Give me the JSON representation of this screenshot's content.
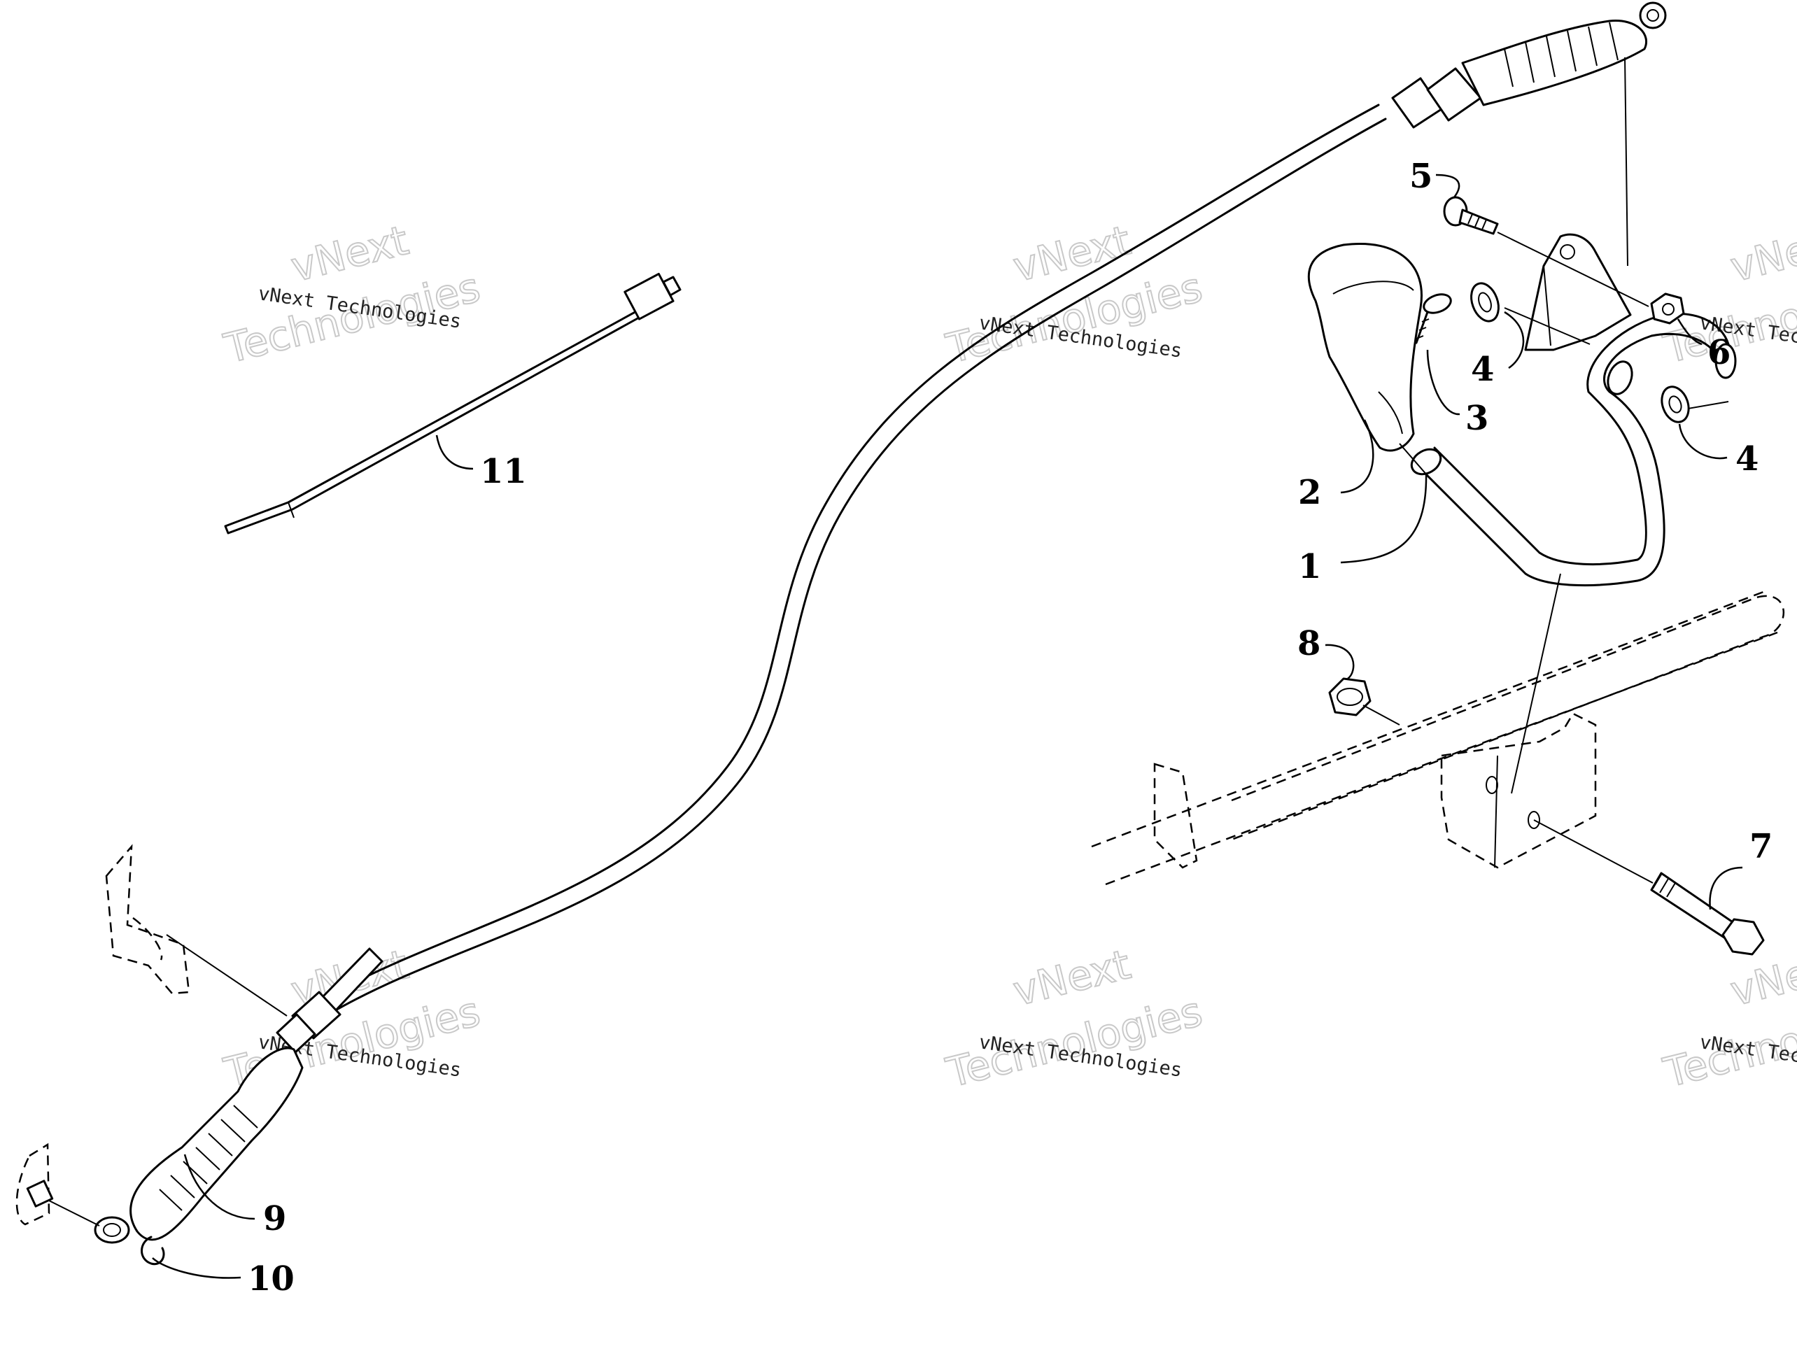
{
  "callouts": [
    {
      "id": "1",
      "label": "1"
    },
    {
      "id": "2",
      "label": "2"
    },
    {
      "id": "3",
      "label": "3"
    },
    {
      "id": "4a",
      "label": "4"
    },
    {
      "id": "4b",
      "label": "4"
    },
    {
      "id": "5",
      "label": "5"
    },
    {
      "id": "6",
      "label": "6"
    },
    {
      "id": "7",
      "label": "7"
    },
    {
      "id": "8",
      "label": "8"
    },
    {
      "id": "9",
      "label": "9"
    },
    {
      "id": "10",
      "label": "10"
    },
    {
      "id": "11",
      "label": "11"
    }
  ],
  "watermark": {
    "line1": "vNext Technologies",
    "brand": "vNext",
    "word": "Technologies"
  }
}
